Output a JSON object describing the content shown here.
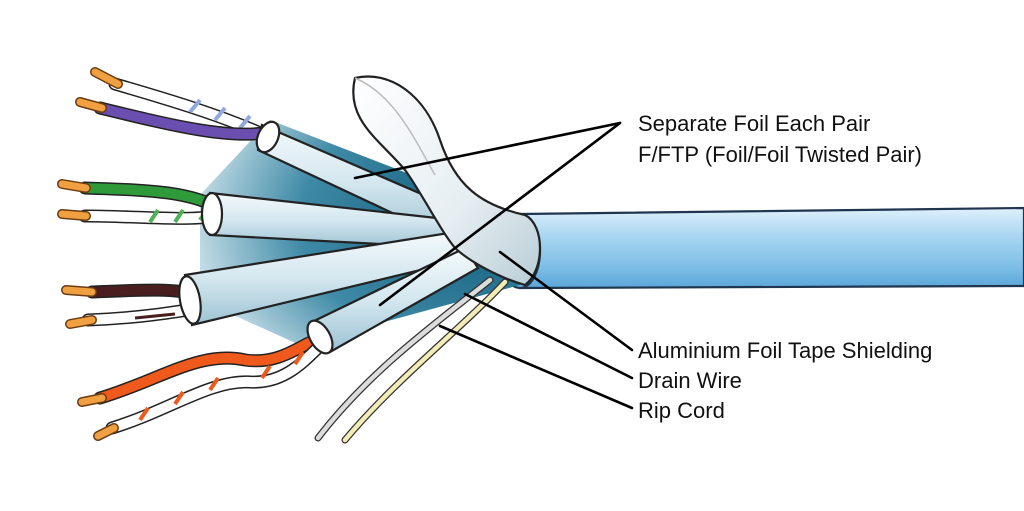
{
  "labels": {
    "separate_foil": "Separate Foil Each Pair",
    "fftp": "F/FTP (Foil/Foil Twisted Pair)",
    "aluminium_foil": "Aluminium Foil Tape Shielding",
    "drain_wire": "Drain Wire",
    "rip_cord": "Rip Cord"
  },
  "colors": {
    "jacket": "#8cc8ea",
    "foil": "#d6e8f0",
    "pair_blue": "#6a4fb0",
    "pair_green": "#2f9a3a",
    "pair_brown": "#4a1e1e",
    "pair_orange": "#ef5a1c",
    "copper_tip": "#f0a040",
    "drain": "#d9d9d9",
    "ripcord": "#f1e9b0"
  }
}
